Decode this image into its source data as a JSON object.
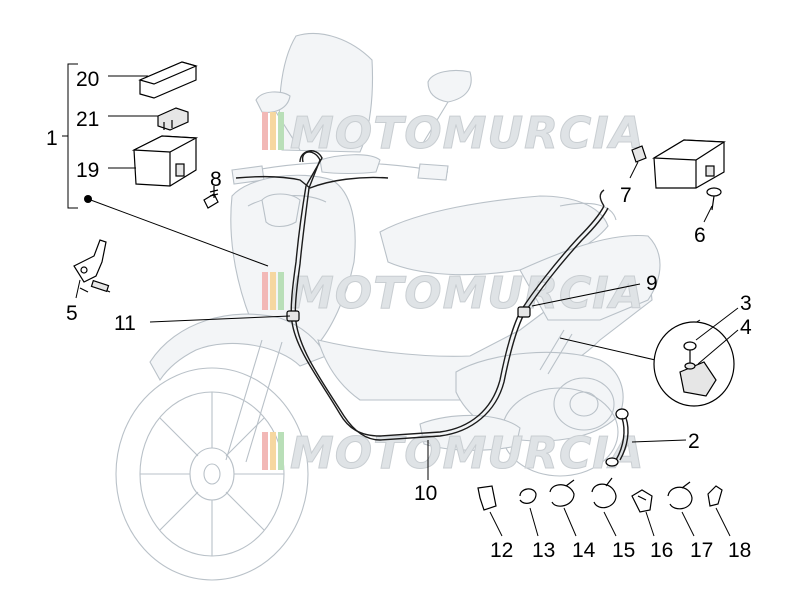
{
  "watermark": {
    "text": "MOTOMURCIA",
    "stripe_colors": [
      "#d9534f",
      "#f0ad4e",
      "#5cb85c"
    ]
  },
  "callouts": {
    "c1": "1",
    "c2": "2",
    "c3": "3",
    "c4": "4",
    "c5": "5",
    "c6": "6",
    "c7": "7",
    "c8": "8",
    "c9": "9",
    "c10": "10",
    "c11": "11",
    "c12": "12",
    "c13": "13",
    "c14": "14",
    "c15": "15",
    "c16": "16",
    "c17": "17",
    "c18": "18",
    "c19": "19",
    "c20": "20",
    "c21": "21"
  }
}
